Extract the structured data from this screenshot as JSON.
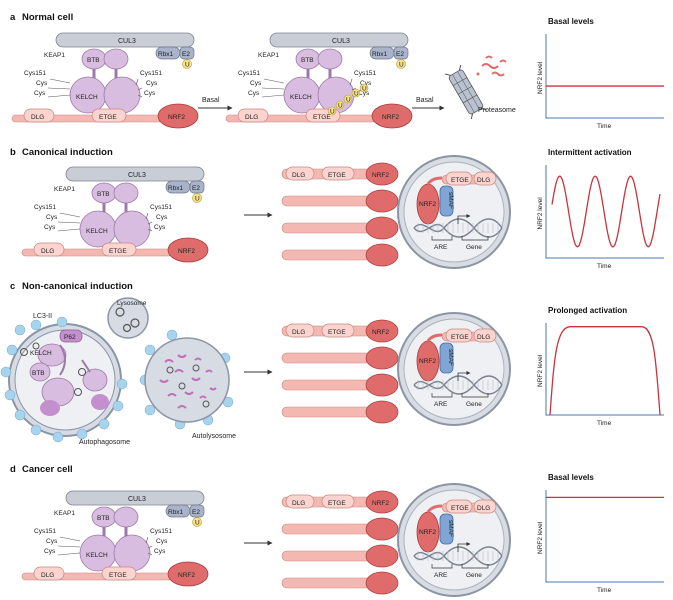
{
  "panels": {
    "a": {
      "letter": "a",
      "title": "Normal cell",
      "graph_title": "Basal levels"
    },
    "b": {
      "letter": "b",
      "title": "Canonical induction",
      "graph_title": "Intermittent activation"
    },
    "c": {
      "letter": "c",
      "title": "Non-canonical induction",
      "graph_title": "Prolonged activation"
    },
    "d": {
      "letter": "d",
      "title": "Cancer cell",
      "graph_title": "Basal levels"
    }
  },
  "labels": {
    "cul3": "CUL3",
    "rbx1": "Rbx1",
    "e2": "E2",
    "u": "U",
    "btb": "BTB",
    "keap1": "KEAP1",
    "kelch": "KELCH",
    "cys151": "Cys151",
    "cys": "Cys",
    "dlg": "DLG",
    "etge": "ETGE",
    "nrf2": "NRF2",
    "basal": "Basal",
    "proteasome": "Proteasome",
    "smaf": "sMAF",
    "are": "ARE",
    "gene": "Gene",
    "lc3": "LC3-II",
    "p62": "P62",
    "lysosome": "Lysosome",
    "autophagosome": "Autophagosome",
    "autolysosome": "Autolysosome"
  },
  "axes": {
    "ylabel": "NRF2 level",
    "xlabel": "Time"
  },
  "colors": {
    "keap1": "#d9bde0",
    "cul3": "#c9cdd6",
    "rbx1": "#a9b3c9",
    "e2": "#a9b3c9",
    "ubiquitin": "#f3e08a",
    "nrf2": "#e06b6b",
    "tail": "#f4b8b2",
    "nucleus": "#d9dce2",
    "smaf": "#7fa6d6",
    "curve": "#c9343b",
    "blob": "#a7d3ec"
  }
}
